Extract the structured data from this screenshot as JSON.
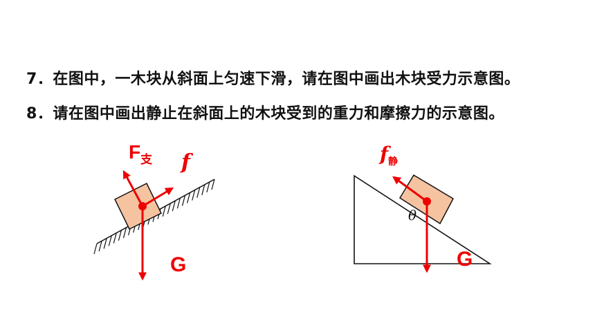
{
  "questions": [
    {
      "number": "7．",
      "text": "在图中，一木块从斜面上匀速下滑，请在图中画出木块受力示意图。"
    },
    {
      "number": "8．",
      "text": "请在图中画出静止在斜面上的木块受到的重力和摩擦力的示意图。"
    }
  ],
  "figure1": {
    "normal_force": {
      "main": "F",
      "sub": "支"
    },
    "friction": "f",
    "gravity": "G"
  },
  "figure2": {
    "friction": {
      "main": "f",
      "sub": "静"
    },
    "angle": "θ",
    "gravity": "G"
  },
  "colors": {
    "force": "#ee0000",
    "block_fill": "#f6c3a1",
    "text": "#111111",
    "line": "#111111"
  }
}
